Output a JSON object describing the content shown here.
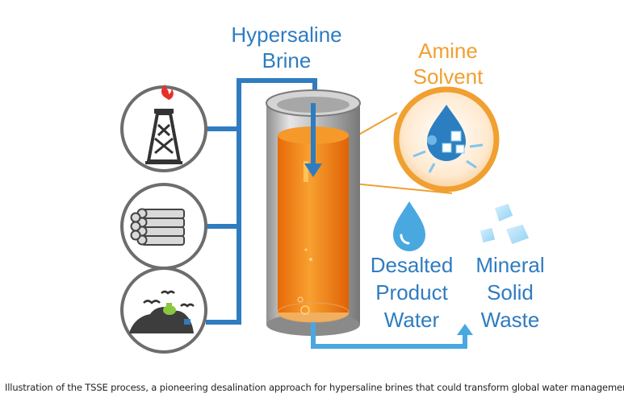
{
  "labels": {
    "brine_line1": "Hypersaline",
    "brine_line2": "Brine",
    "solvent_line1": "Amine",
    "solvent_line2": "Solvent",
    "water_line1": "Desalted",
    "water_line2": "Product",
    "water_line3": "Water",
    "waste_line1": "Mineral",
    "waste_line2": "Solid",
    "waste_line3": "Waste"
  },
  "icons": {
    "source_1": "oil-rig-icon",
    "source_2": "pipes-icon",
    "source_3": "landfill-icon",
    "solvent": "solvent-droplet-icon",
    "water": "water-droplet-icon",
    "waste": "crystals-icon"
  },
  "colors": {
    "brine_blue": "#2f7cc0",
    "solvent_orange": "#f0a030",
    "product_blue": "#4aa8e0",
    "liquid_orange": "#f47a10"
  },
  "caption": "Illustration of the TSSE process, a pioneering desalination approach for hypersaline brines that could transform global water management."
}
